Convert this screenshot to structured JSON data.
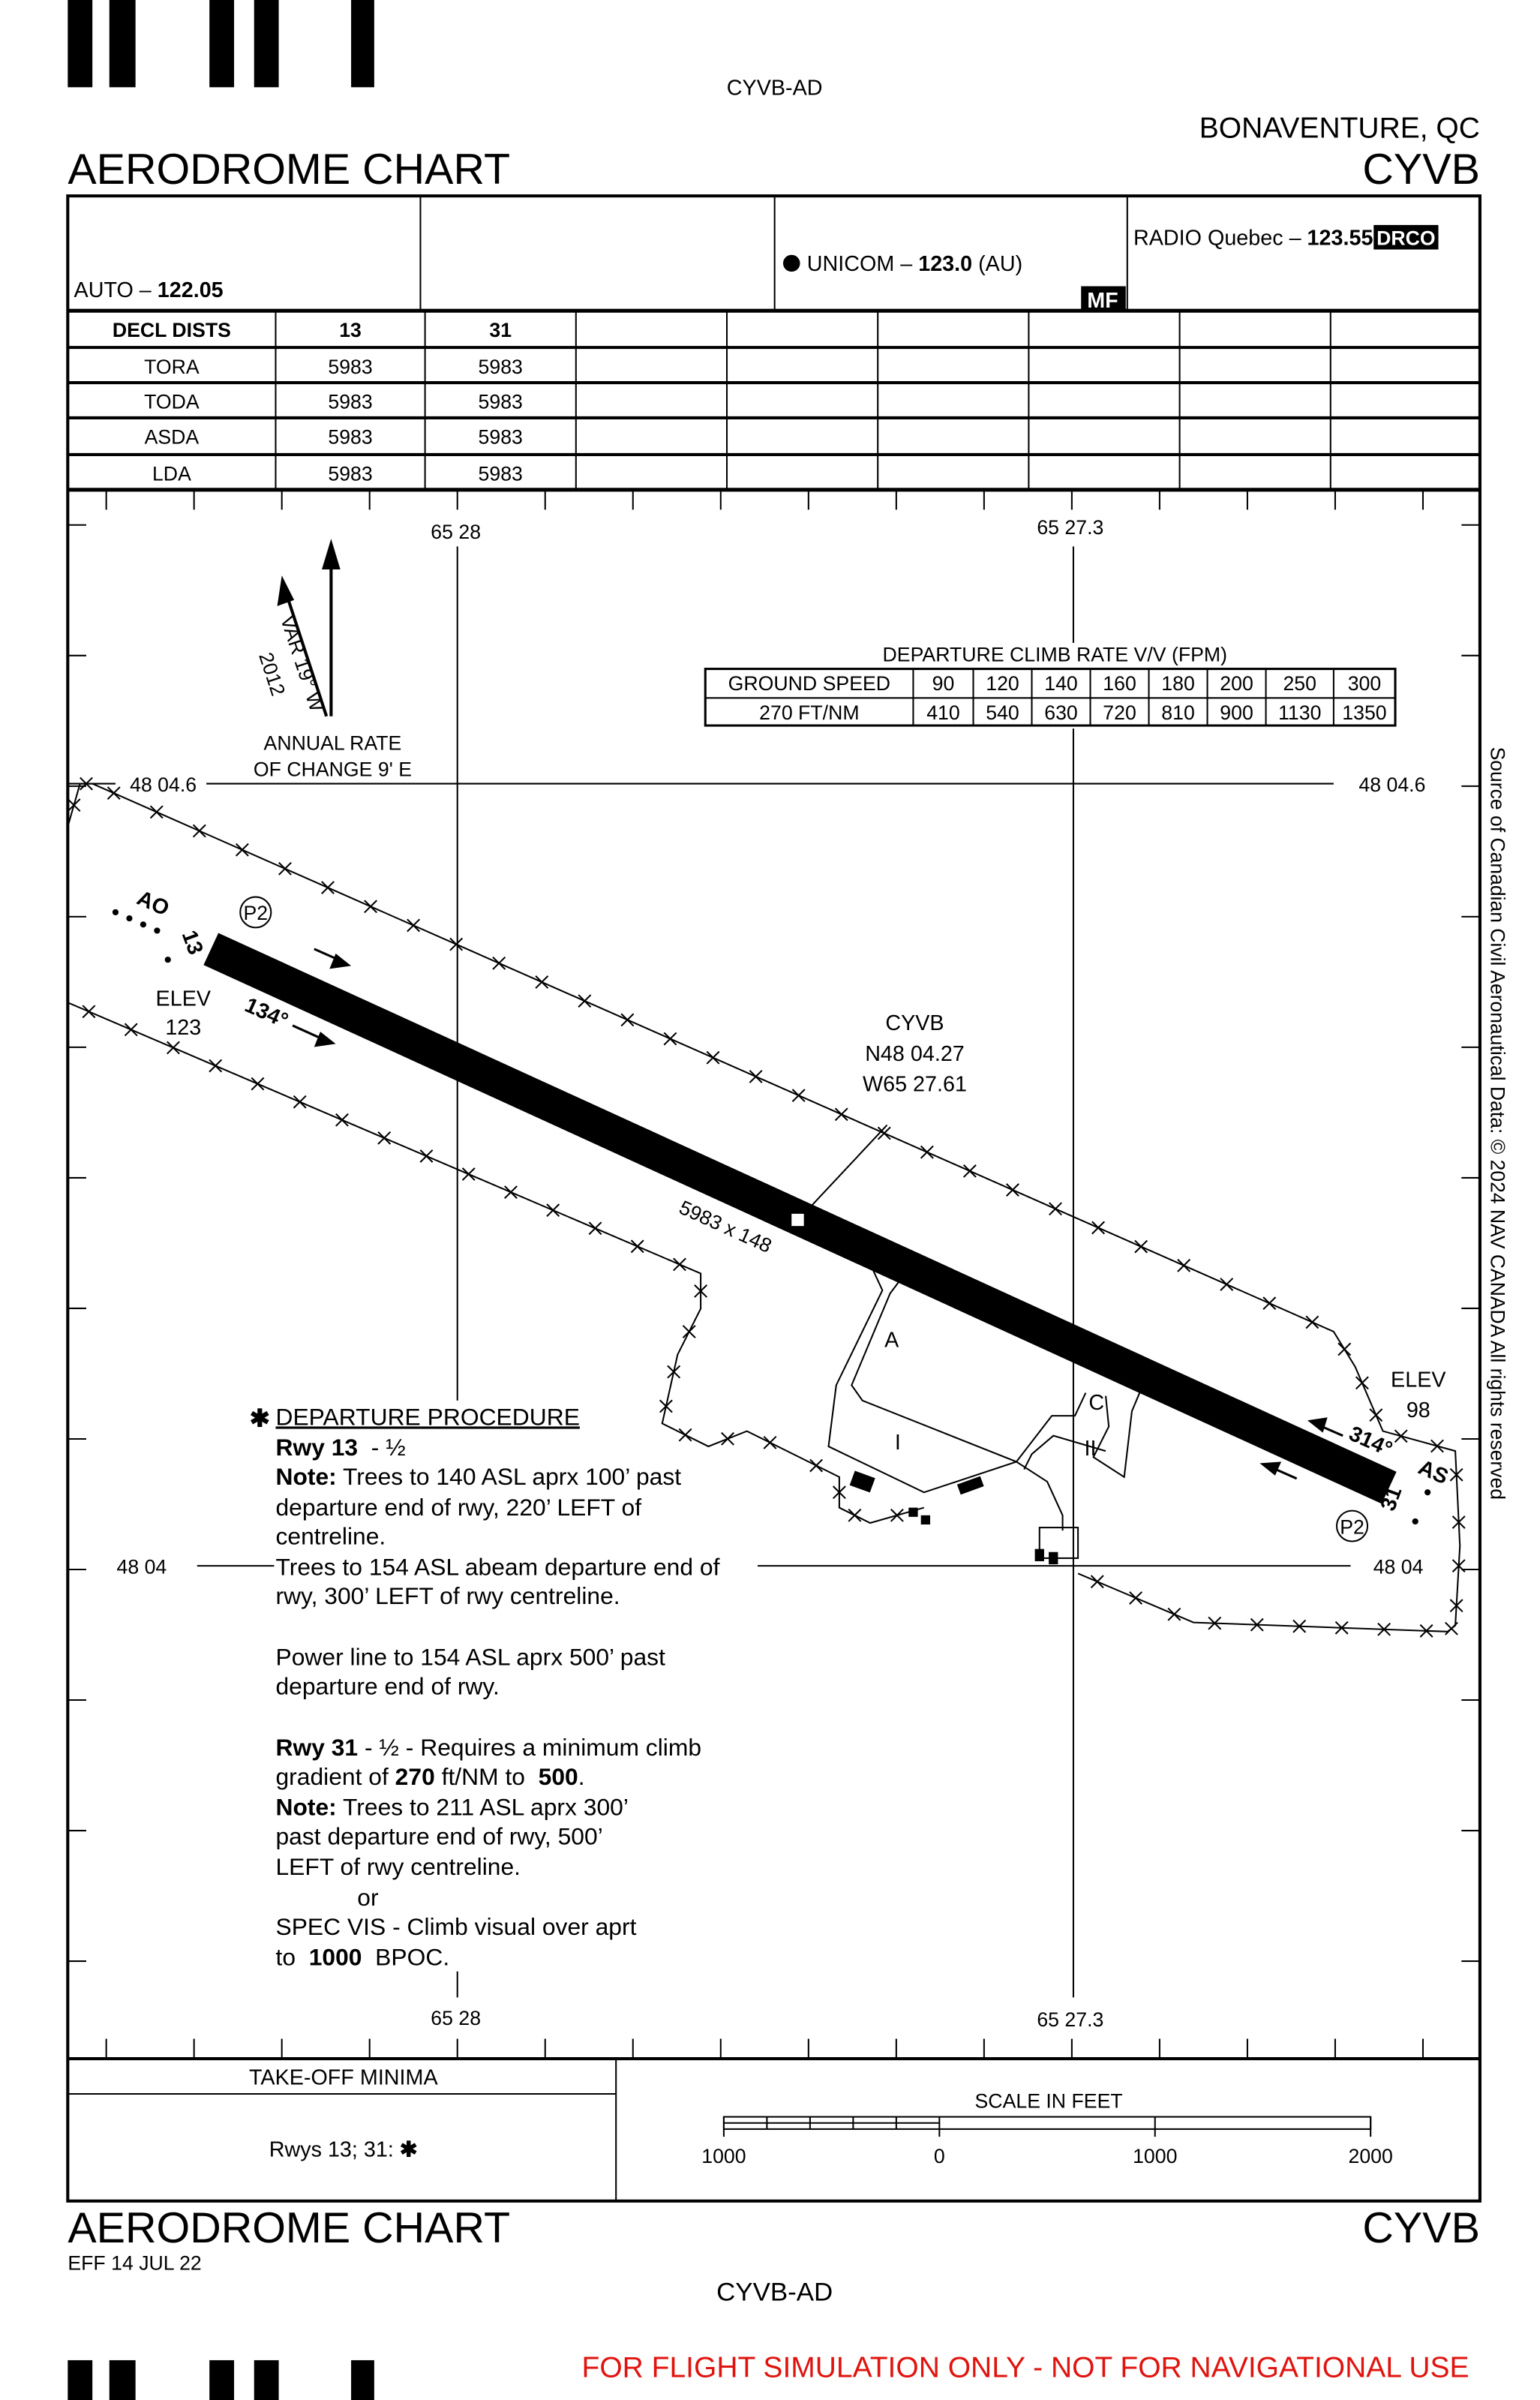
{
  "header": {
    "doc_code": "CYVB-AD",
    "title": "AERODROME CHART",
    "location": "BONAVENTURE, QC",
    "ident": "CYVB"
  },
  "comms": {
    "auto_label": "AUTO – ",
    "auto_freq": "122.05",
    "unicom_label": "UNICOM – ",
    "unicom_freq": "123.0",
    "unicom_suffix": " (AU)",
    "mf_badge": "MF",
    "radio_label": "RADIO Quebec – ",
    "radio_freq": "123.55",
    "drco_badge": "DRCO"
  },
  "decl_dists": {
    "headers": [
      "DECL DISTS",
      "13",
      "31"
    ],
    "rows": [
      [
        "TORA",
        "5983",
        "5983"
      ],
      [
        "TODA",
        "5983",
        "5983"
      ],
      [
        "ASDA",
        "5983",
        "5983"
      ],
      [
        "LDA",
        "5983",
        "5983"
      ]
    ]
  },
  "grid": {
    "long_west": "65 28",
    "long_east": "65 27.3",
    "lat_north": "48 04.6",
    "lat_south": "48 04"
  },
  "variation": {
    "var": "VAR 19° W",
    "year": "2012",
    "annual_1": "ANNUAL RATE",
    "annual_2": "OF CHANGE 9' E"
  },
  "climb_table": {
    "title": "DEPARTURE CLIMB RATE V/V (FPM)",
    "row1_label": "GROUND SPEED",
    "row1": [
      "90",
      "120",
      "140",
      "160",
      "180",
      "200",
      "250",
      "300"
    ],
    "row2_label": "270 FT/NM",
    "row2": [
      "410",
      "540",
      "630",
      "720",
      "810",
      "900",
      "1130",
      "1350"
    ]
  },
  "airport": {
    "ident": "CYVB",
    "lat": "N48 04.27",
    "lon": "W65 27.61",
    "runway_dims": "5983 x 148",
    "rwy13": "13",
    "rwy31": "31",
    "hdg13": "134°",
    "hdg31": "314°",
    "lights13": "AO",
    "lights31": "AS",
    "papi": "P2",
    "elev_label": "ELEV",
    "elev13": "123",
    "elev31": "98",
    "twy_a": "A",
    "twy_c": "C",
    "apron_1": "I",
    "apron_2": "II"
  },
  "departure": {
    "star": "✱",
    "title": "DEPARTURE PROCEDURE",
    "rwy13_label": "Rwy 13",
    "rwy13_vis": "  - ½",
    "note": "Note:",
    "n13_1": " Trees to 140 ASL aprx 100’ past",
    "n13_2": "departure end of rwy, 220’ LEFT of",
    "n13_3": "centreline.",
    "n13_4": "Trees to 154 ASL abeam departure end of",
    "n13_5": "rwy, 300’ LEFT of rwy centreline.",
    "n13_6": "Power line to 154 ASL aprx 500’ past",
    "n13_7": "departure end of rwy.",
    "rwy31_label": "Rwy 31",
    "rwy31_a": " - ½ - Requires a minimum climb",
    "rwy31_b": "gradient of ",
    "grad": "270",
    "rwy31_c": " ft/NM to  ",
    "alt": "500",
    "rwy31_d": ".",
    "n31_1": " Trees to 211 ASL aprx 300’",
    "n31_2": "past departure end of rwy, 500’",
    "n31_3": "LEFT of rwy centreline.",
    "or": "or",
    "spec_1": "SPEC VIS - Climb visual over aprt",
    "spec_2a": "to  ",
    "spec_alt": "1000",
    "spec_2b": "  BPOC."
  },
  "takeoff_minima": {
    "title": "TAKE-OFF MINIMA",
    "text": "Rwys 13; 31: ",
    "star": "✱"
  },
  "scale": {
    "title": "SCALE IN FEET",
    "labels": [
      "1000",
      "0",
      "1000",
      "2000"
    ]
  },
  "footer": {
    "title": "AERODROME CHART",
    "effective": "EFF 14 JUL 22",
    "ident": "CYVB",
    "doc_code": "CYVB-AD",
    "disclaimer": "FOR FLIGHT SIMULATION ONLY - NOT FOR NAVIGATIONAL USE"
  },
  "source": "Source of Canadian Civil Aeronautical Data: © 2024 NAV CANADA All rights reserved"
}
